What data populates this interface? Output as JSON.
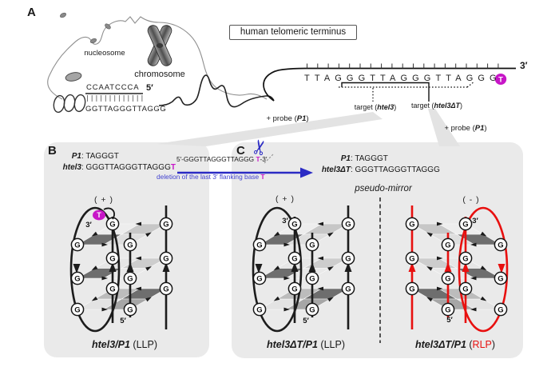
{
  "panel_a": {
    "label": "A",
    "nucleosome": "nucleosome",
    "chromosome": "chromosome",
    "title_box": "human telomeric terminus",
    "duplex_top": "CCAATCCCA",
    "five_prime": "5′",
    "duplex_bottom": "GGTTAGGGTTAGGG",
    "telomere_seq": "TTAGGGTTAGGGTTAGGG",
    "flank_base": "T",
    "three_prime": "3′",
    "target1_pre": "target (",
    "target1_name": "htel3",
    "target1_post": ")",
    "target2_pre": "target (",
    "target2_name": "htel3ΔT",
    "target2_post": ")",
    "probe_pre": "+ probe (",
    "probe_name": "P1",
    "probe_post": ")"
  },
  "panel_b": {
    "label": "B",
    "line1_name": "P1",
    "line1_rest": ": TAGGGT",
    "line2_name": "htel3",
    "line2_rest": ": GGGTTAGGGTTAGGG",
    "line2_flank": "T",
    "polarity": "( + )",
    "caption_name": "htel3/P1",
    "caption_rest": " (LLP)"
  },
  "reaction": {
    "scissors_icon": "✂",
    "seq_pre": "5′-GGGTTAGGGTTAGGG ",
    "seq_flank": "T",
    "seq_post": "-3′",
    "note_pre": "deletion of the last 3′ flanking base ",
    "note_flank": "T"
  },
  "panel_c": {
    "label": "C",
    "line1_name": "P1",
    "line1_rest": ": TAGGGT",
    "line2_name": "htel3ΔT",
    "line2_rest": ": GGGTTAGGGTTAGGG",
    "mirror_note": "pseudo-mirror",
    "left_polarity": "( + )",
    "left_caption_name": "htel3ΔT/P1",
    "left_caption_rest": " (LLP)",
    "right_polarity": "( - )",
    "right_caption_name": "htel3ΔT/P1",
    "right_caption_pre": " (",
    "right_caption_type": "RLP",
    "right_caption_post": ")"
  },
  "quadruplex": {
    "g_label": "G",
    "three_prime": "3′",
    "five_prime": "5′",
    "flank_base": "T"
  },
  "colors": {
    "llp_strand": "#1c1c1c",
    "rlp_strand": "#e8100f",
    "magenta": "#c716c7",
    "blue": "#2b2bc4",
    "note_blue": "#4343d0",
    "box_gray": "#eaeaea",
    "funnel_gray": "#e3e3e3"
  }
}
